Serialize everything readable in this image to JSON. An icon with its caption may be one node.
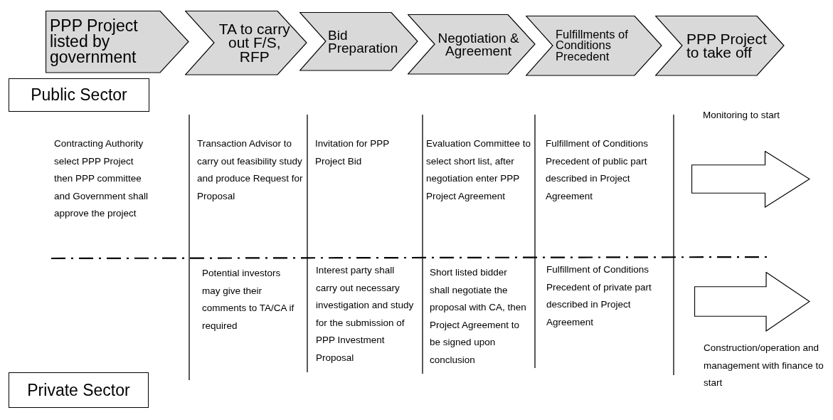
{
  "diagram": {
    "nodes": [
      {
        "text": [
          "PPP Project listed by government"
        ]
      },
      {
        "text": [
          "TA to carry out F/S, RFP"
        ]
      },
      {
        "text": [
          "Bid Preparation"
        ]
      },
      {
        "text": [
          "Negotiation & Agreement"
        ]
      },
      {
        "text": [
          "Fulfillments of Conditions Precedent"
        ]
      },
      {
        "text": [
          "PPP Project to take off"
        ]
      },
      {
        "text": [
          "Public Sector"
        ]
      },
      {
        "text": [
          "Private Sector"
        ]
      },
      {
        "text": [],
        "shape": "arrow",
        "beside": [
          "Monitoring to start"
        ]
      },
      {
        "text": [],
        "shape": "arrow",
        "beside": [
          "Construction/operation and management with finance to start"
        ]
      }
    ],
    "labels": [
      "Contracting Authority select PPP Project then PPP committee and Government shall approve the project",
      "Transaction Advisor to carry out feasibility study and produce Request for Proposal",
      "Invitation for PPP Project Bid",
      "Evaluation Committee to select short list, after negotiation enter PPP Project Agreement",
      "Fulfillment of Conditions Precedent of public part described in Project Agreement",
      "Potential investors may give their comments to TA/CA if required",
      "Interest party shall carry out necessary investigation and study for the submission of PPP Investment Proposal",
      "Short listed bidder shall negotiate the proposal with CA, then Project Agreement to be signed upon conclusion",
      "Fulfillment of Conditions Precedent of private part described in Project Agreement"
    ]
  }
}
